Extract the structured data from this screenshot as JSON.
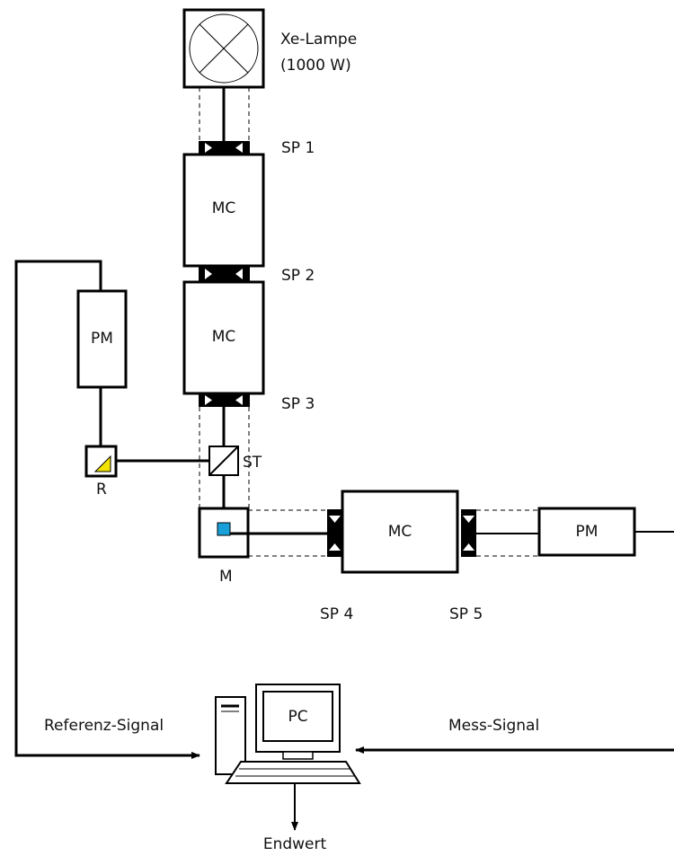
{
  "labels": {
    "lamp_name": "Xe-Lampe",
    "lamp_power": "(1000 W)",
    "sp1": "SP 1",
    "sp2": "SP 2",
    "sp3": "SP 3",
    "sp4": "SP 4",
    "sp5": "SP 5",
    "mc_top": "MC",
    "mc_middle": "MC",
    "mc_horizontal": "MC",
    "pm_reference": "PM",
    "pm_measurement": "PM",
    "splitter": "ST",
    "reference_mirror": "R",
    "mirror": "M",
    "pc": "PC",
    "reference_signal": "Referenz-Signal",
    "measurement_signal": "Mess-Signal",
    "result": "Endwert"
  },
  "colors": {
    "line": "#000000",
    "reference_mirror_fill": "#f2e200",
    "mirror_fill": "#1aa0d8",
    "slit_fill": "#000000",
    "dashed": "#000000"
  },
  "icons": {
    "lamp": "lamp-cross-icon",
    "splitter": "beam-splitter-icon",
    "pc": "computer-icon"
  }
}
